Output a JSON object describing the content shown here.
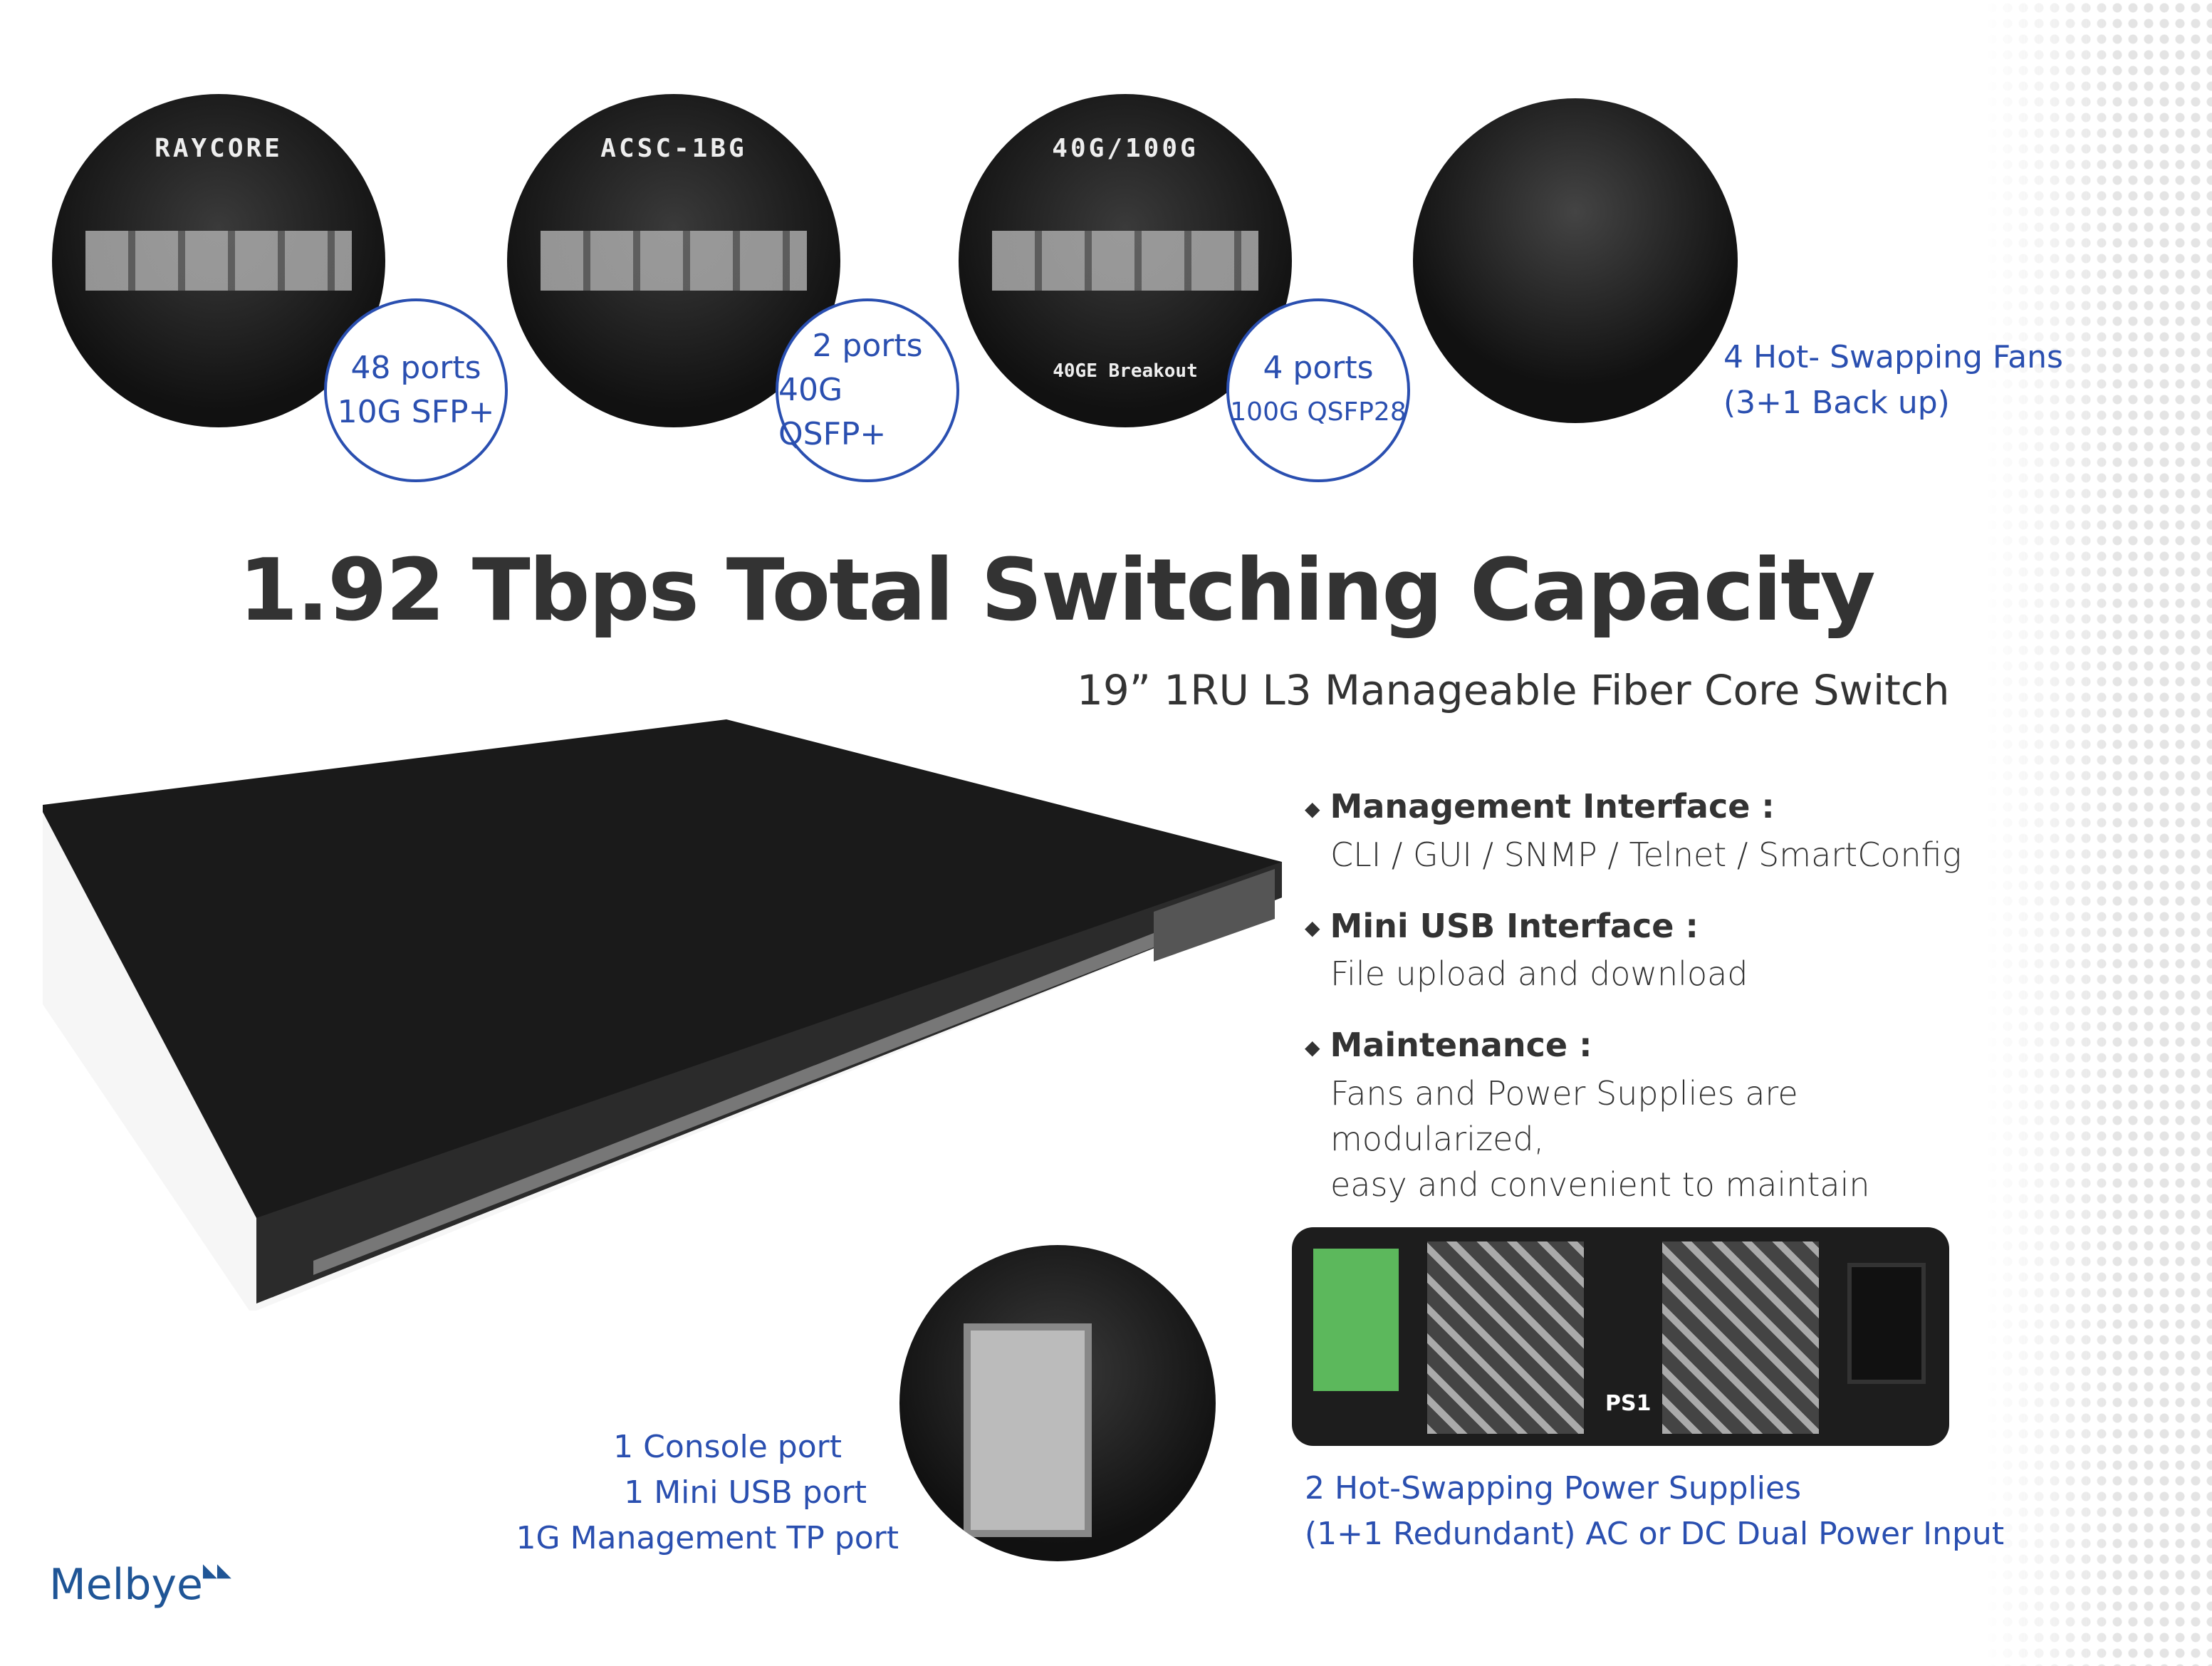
{
  "features": {
    "sfp": {
      "line1": "48 ports",
      "line2": "10G SFP+"
    },
    "qsfp": {
      "line1": "2 ports",
      "line2": "40G QSFP+"
    },
    "qsfp28": {
      "line1": "4 ports",
      "line2": "100G QSFP28"
    },
    "fans": {
      "line1": "4 Hot- Swapping Fans",
      "line2": "(3+1 Back up)"
    }
  },
  "photo_labels": {
    "brand": "RAYCORE",
    "model": "ACSC-1BG",
    "speed": "40G/100G",
    "breakout": "40GE Breakout",
    "ps": "PS1"
  },
  "title": "1.92 Tbps Total Switching Capacity",
  "subtitle": "19”  1RU L3 Manageable Fiber Core Switch",
  "bullets": [
    {
      "heading": "Management Interface :",
      "desc": [
        "CLI / GUI / SNMP / Telnet / SmartConfig"
      ]
    },
    {
      "heading": "Mini USB Interface :",
      "desc": [
        "File upload and download"
      ]
    },
    {
      "heading": "Maintenance :",
      "desc": [
        "Fans and Power Supplies are modularized,",
        "easy and convenient to maintain"
      ]
    }
  ],
  "ports": {
    "line1": "1 Console port",
    "line2": "1 Mini USB port",
    "line3": "1G Management TP port"
  },
  "power": {
    "line1": "2 Hot-Swapping Power Supplies",
    "line2": "(1+1 Redundant) AC or DC Dual Power Input"
  },
  "logo": "Melbye",
  "colors": {
    "accent": "#2a4fb0",
    "title": "#333333",
    "logo": "#1f5596"
  }
}
